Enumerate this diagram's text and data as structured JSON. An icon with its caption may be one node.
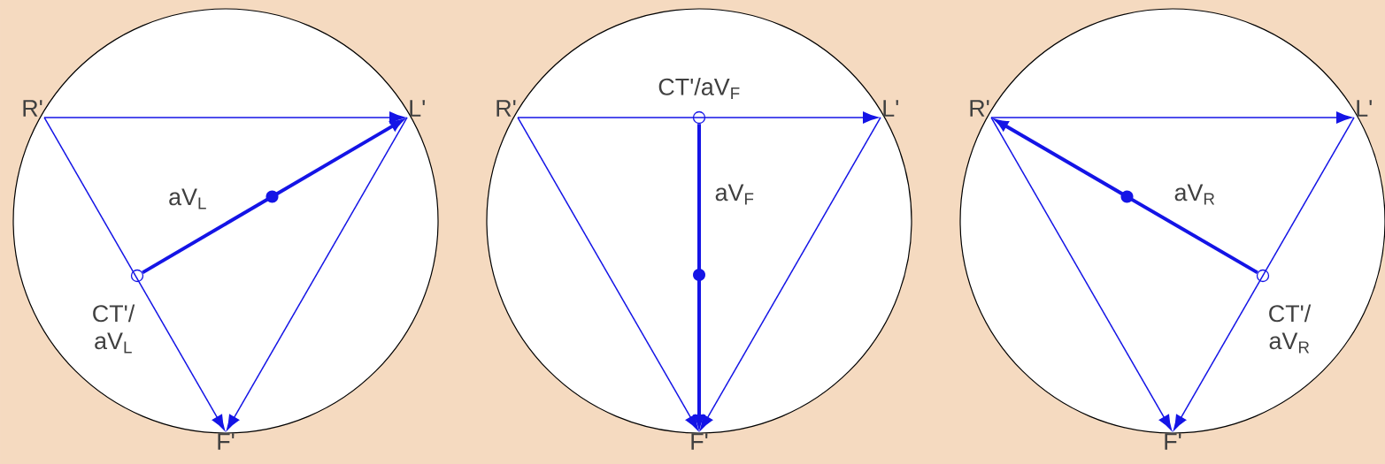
{
  "diagram": {
    "nodes": [
      {
        "text": [],
        "shape": "circle"
      },
      {
        "text": [
          "R'"
        ]
      },
      {
        "text": [
          "L'"
        ]
      },
      {
        "text": [
          "F'"
        ]
      },
      {
        "text": [],
        "shape": "circle",
        "in": 0,
        "beside": [
          "CT'/ aV$_{L}$"
        ]
      },
      {
        "text": [],
        "shape": "circle"
      },
      {
        "text": [
          "R'"
        ]
      },
      {
        "text": [
          "L'"
        ]
      },
      {
        "text": [
          "F'"
        ]
      },
      {
        "text": [],
        "shape": "circle",
        "in": 5,
        "beside": [
          "CT'/aV$_{F}$"
        ]
      },
      {
        "text": [],
        "shape": "circle"
      },
      {
        "text": [
          "R'"
        ]
      },
      {
        "text": [
          "L'"
        ]
      },
      {
        "text": [
          "F'"
        ]
      },
      {
        "text": [],
        "shape": "circle",
        "in": 10,
        "beside": [
          "CT'/ aV$_{R}$"
        ]
      }
    ],
    "edges": [
      {
        "from": 1,
        "to": 2,
        "arrow": "to"
      },
      {
        "from": 1,
        "to": 3,
        "arrow": "to"
      },
      {
        "from": 2,
        "to": 3,
        "arrow": "to"
      },
      {
        "from": 4,
        "to": 2,
        "arrow": "to",
        "style": "thick",
        "label": "aV$_{L}$"
      },
      {
        "from": 6,
        "to": 7,
        "arrow": "to"
      },
      {
        "from": 6,
        "to": 8,
        "arrow": "to"
      },
      {
        "from": 7,
        "to": 8,
        "arrow": "to"
      },
      {
        "from": 9,
        "to": 8,
        "arrow": "to",
        "style": "thick",
        "label": "aV$_{F}$"
      },
      {
        "from": 11,
        "to": 12,
        "arrow": "to"
      },
      {
        "from": 11,
        "to": 13,
        "arrow": "to"
      },
      {
        "from": 12,
        "to": 13,
        "arrow": "to"
      },
      {
        "from": 14,
        "to": 11,
        "arrow": "to",
        "style": "thick",
        "label": "aV$_{R}$"
      }
    ]
  }
}
